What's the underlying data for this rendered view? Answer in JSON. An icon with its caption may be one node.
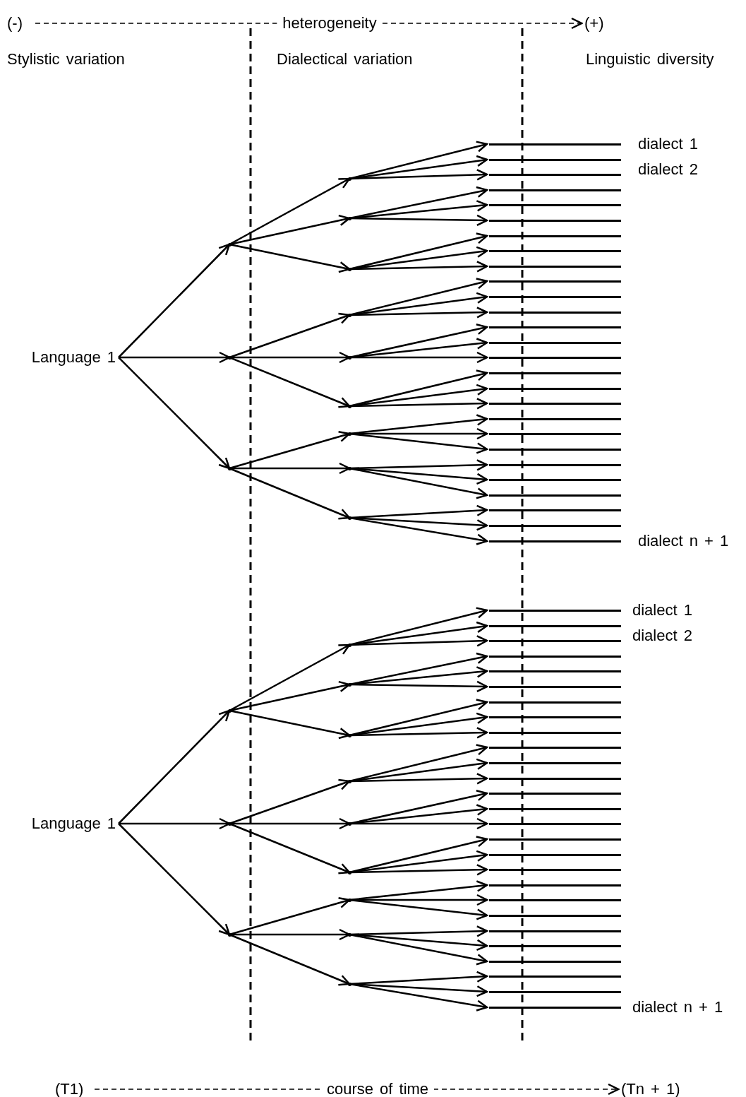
{
  "diagram": {
    "nodes": [
      {
        "text": [
          "(-)"
        ]
      },
      {
        "text": [
          "(+)"
        ]
      },
      {
        "text": [
          "Language 1"
        ]
      },
      {
        "text": [],
        "shape": "point"
      },
      {
        "text": [],
        "shape": "point"
      },
      {
        "text": [],
        "shape": "point"
      },
      {
        "text": [],
        "shape": "point"
      },
      {
        "text": [],
        "shape": "point"
      },
      {
        "text": [],
        "shape": "point"
      },
      {
        "text": [],
        "shape": "point"
      },
      {
        "text": [],
        "shape": "point"
      },
      {
        "text": [],
        "shape": "point"
      },
      {
        "text": [],
        "shape": "point"
      },
      {
        "text": [],
        "shape": "point"
      },
      {
        "text": [],
        "shape": "point"
      },
      {
        "text": [],
        "shape": "bar",
        "beside": [
          "dialect 1"
        ]
      },
      {
        "text": [],
        "shape": "bar",
        "beside": [
          "dialect 2"
        ]
      },
      {
        "text": [],
        "shape": "bar"
      },
      {
        "text": [],
        "shape": "bar"
      },
      {
        "text": [],
        "shape": "bar"
      },
      {
        "text": [],
        "shape": "bar"
      },
      {
        "text": [],
        "shape": "bar"
      },
      {
        "text": [],
        "shape": "bar"
      },
      {
        "text": [],
        "shape": "bar"
      },
      {
        "text": [],
        "shape": "bar"
      },
      {
        "text": [],
        "shape": "bar"
      },
      {
        "text": [],
        "shape": "bar"
      },
      {
        "text": [],
        "shape": "bar"
      },
      {
        "text": [],
        "shape": "bar"
      },
      {
        "text": [],
        "shape": "bar"
      },
      {
        "text": [],
        "shape": "bar"
      },
      {
        "text": [],
        "shape": "bar"
      },
      {
        "text": [],
        "shape": "bar"
      },
      {
        "text": [],
        "shape": "bar"
      },
      {
        "text": [],
        "shape": "bar"
      },
      {
        "text": [],
        "shape": "bar"
      },
      {
        "text": [],
        "shape": "bar"
      },
      {
        "text": [],
        "shape": "bar"
      },
      {
        "text": [],
        "shape": "bar"
      },
      {
        "text": [],
        "shape": "bar"
      },
      {
        "text": [],
        "shape": "bar"
      },
      {
        "text": [],
        "shape": "bar",
        "beside": [
          "dialect n + 1"
        ]
      },
      {
        "text": [
          "Language 1"
        ]
      },
      {
        "text": [],
        "shape": "point"
      },
      {
        "text": [],
        "shape": "point"
      },
      {
        "text": [],
        "shape": "point"
      },
      {
        "text": [],
        "shape": "point"
      },
      {
        "text": [],
        "shape": "point"
      },
      {
        "text": [],
        "shape": "point"
      },
      {
        "text": [],
        "shape": "point"
      },
      {
        "text": [],
        "shape": "point"
      },
      {
        "text": [],
        "shape": "point"
      },
      {
        "text": [],
        "shape": "point"
      },
      {
        "text": [],
        "shape": "point"
      },
      {
        "text": [],
        "shape": "point"
      },
      {
        "text": [],
        "shape": "bar",
        "beside": [
          "dialect 1"
        ]
      },
      {
        "text": [],
        "shape": "bar",
        "beside": [
          "dialect 2"
        ]
      },
      {
        "text": [],
        "shape": "bar"
      },
      {
        "text": [],
        "shape": "bar"
      },
      {
        "text": [],
        "shape": "bar"
      },
      {
        "text": [],
        "shape": "bar"
      },
      {
        "text": [],
        "shape": "bar"
      },
      {
        "text": [],
        "shape": "bar"
      },
      {
        "text": [],
        "shape": "bar"
      },
      {
        "text": [],
        "shape": "bar"
      },
      {
        "text": [],
        "shape": "bar"
      },
      {
        "text": [],
        "shape": "bar"
      },
      {
        "text": [],
        "shape": "bar"
      },
      {
        "text": [],
        "shape": "bar"
      },
      {
        "text": [],
        "shape": "bar"
      },
      {
        "text": [],
        "shape": "bar"
      },
      {
        "text": [],
        "shape": "bar"
      },
      {
        "text": [],
        "shape": "bar"
      },
      {
        "text": [],
        "shape": "bar"
      },
      {
        "text": [],
        "shape": "bar"
      },
      {
        "text": [],
        "shape": "bar"
      },
      {
        "text": [],
        "shape": "bar"
      },
      {
        "text": [],
        "shape": "bar"
      },
      {
        "text": [],
        "shape": "bar"
      },
      {
        "text": [],
        "shape": "bar"
      },
      {
        "text": [],
        "shape": "bar"
      },
      {
        "text": [],
        "shape": "bar",
        "beside": [
          "dialect n + 1"
        ]
      },
      {
        "text": [
          "(T1)"
        ]
      },
      {
        "text": [
          "(Tn + 1)"
        ]
      }
    ],
    "edges": [
      {
        "from": 0,
        "to": 1,
        "arrow": "to",
        "label": "heterogeneity",
        "style": "dashed"
      },
      {
        "from": 2,
        "to": 3,
        "arrow": "to"
      },
      {
        "from": 2,
        "to": 4,
        "arrow": "to"
      },
      {
        "from": 2,
        "to": 5,
        "arrow": "to"
      },
      {
        "from": 3,
        "to": 6,
        "arrow": "to"
      },
      {
        "from": 3,
        "to": 7,
        "arrow": "to"
      },
      {
        "from": 3,
        "to": 8,
        "arrow": "to"
      },
      {
        "from": 4,
        "to": 9,
        "arrow": "to"
      },
      {
        "from": 4,
        "to": 10,
        "arrow": "to"
      },
      {
        "from": 4,
        "to": 11,
        "arrow": "to"
      },
      {
        "from": 5,
        "to": 12,
        "arrow": "to"
      },
      {
        "from": 5,
        "to": 13,
        "arrow": "to"
      },
      {
        "from": 5,
        "to": 14,
        "arrow": "to"
      },
      {
        "from": 6,
        "to": 15,
        "arrow": "to"
      },
      {
        "from": 6,
        "to": 16,
        "arrow": "to"
      },
      {
        "from": 6,
        "to": 17,
        "arrow": "to"
      },
      {
        "from": 7,
        "to": 18,
        "arrow": "to"
      },
      {
        "from": 7,
        "to": 19,
        "arrow": "to"
      },
      {
        "from": 7,
        "to": 20,
        "arrow": "to"
      },
      {
        "from": 8,
        "to": 21,
        "arrow": "to"
      },
      {
        "from": 8,
        "to": 22,
        "arrow": "to"
      },
      {
        "from": 8,
        "to": 23,
        "arrow": "to"
      },
      {
        "from": 9,
        "to": 24,
        "arrow": "to"
      },
      {
        "from": 9,
        "to": 25,
        "arrow": "to"
      },
      {
        "from": 9,
        "to": 26,
        "arrow": "to"
      },
      {
        "from": 10,
        "to": 27,
        "arrow": "to"
      },
      {
        "from": 10,
        "to": 28,
        "arrow": "to"
      },
      {
        "from": 10,
        "to": 29,
        "arrow": "to"
      },
      {
        "from": 11,
        "to": 30,
        "arrow": "to"
      },
      {
        "from": 11,
        "to": 31,
        "arrow": "to"
      },
      {
        "from": 11,
        "to": 32,
        "arrow": "to"
      },
      {
        "from": 12,
        "to": 33,
        "arrow": "to"
      },
      {
        "from": 12,
        "to": 34,
        "arrow": "to"
      },
      {
        "from": 12,
        "to": 35,
        "arrow": "to"
      },
      {
        "from": 13,
        "to": 36,
        "arrow": "to"
      },
      {
        "from": 13,
        "to": 37,
        "arrow": "to"
      },
      {
        "from": 13,
        "to": 38,
        "arrow": "to"
      },
      {
        "from": 14,
        "to": 39,
        "arrow": "to"
      },
      {
        "from": 14,
        "to": 40,
        "arrow": "to"
      },
      {
        "from": 14,
        "to": 41,
        "arrow": "to"
      },
      {
        "from": 42,
        "to": 43,
        "arrow": "to"
      },
      {
        "from": 42,
        "to": 44,
        "arrow": "to"
      },
      {
        "from": 42,
        "to": 45,
        "arrow": "to"
      },
      {
        "from": 43,
        "to": 46,
        "arrow": "to"
      },
      {
        "from": 43,
        "to": 47,
        "arrow": "to"
      },
      {
        "from": 43,
        "to": 48,
        "arrow": "to"
      },
      {
        "from": 44,
        "to": 49,
        "arrow": "to"
      },
      {
        "from": 44,
        "to": 50,
        "arrow": "to"
      },
      {
        "from": 44,
        "to": 51,
        "arrow": "to"
      },
      {
        "from": 45,
        "to": 52,
        "arrow": "to"
      },
      {
        "from": 45,
        "to": 53,
        "arrow": "to"
      },
      {
        "from": 45,
        "to": 54,
        "arrow": "to"
      },
      {
        "from": 46,
        "to": 55,
        "arrow": "to"
      },
      {
        "from": 46,
        "to": 56,
        "arrow": "to"
      },
      {
        "from": 46,
        "to": 57,
        "arrow": "to"
      },
      {
        "from": 47,
        "to": 58,
        "arrow": "to"
      },
      {
        "from": 47,
        "to": 59,
        "arrow": "to"
      },
      {
        "from": 47,
        "to": 60,
        "arrow": "to"
      },
      {
        "from": 48,
        "to": 61,
        "arrow": "to"
      },
      {
        "from": 48,
        "to": 62,
        "arrow": "to"
      },
      {
        "from": 48,
        "to": 63,
        "arrow": "to"
      },
      {
        "from": 49,
        "to": 64,
        "arrow": "to"
      },
      {
        "from": 49,
        "to": 65,
        "arrow": "to"
      },
      {
        "from": 49,
        "to": 66,
        "arrow": "to"
      },
      {
        "from": 50,
        "to": 67,
        "arrow": "to"
      },
      {
        "from": 50,
        "to": 68,
        "arrow": "to"
      },
      {
        "from": 50,
        "to": 69,
        "arrow": "to"
      },
      {
        "from": 51,
        "to": 70,
        "arrow": "to"
      },
      {
        "from": 51,
        "to": 71,
        "arrow": "to"
      },
      {
        "from": 51,
        "to": 72,
        "arrow": "to"
      },
      {
        "from": 52,
        "to": 73,
        "arrow": "to"
      },
      {
        "from": 52,
        "to": 74,
        "arrow": "to"
      },
      {
        "from": 52,
        "to": 75,
        "arrow": "to"
      },
      {
        "from": 53,
        "to": 76,
        "arrow": "to"
      },
      {
        "from": 53,
        "to": 77,
        "arrow": "to"
      },
      {
        "from": 53,
        "to": 78,
        "arrow": "to"
      },
      {
        "from": 54,
        "to": 79,
        "arrow": "to"
      },
      {
        "from": 54,
        "to": 80,
        "arrow": "to"
      },
      {
        "from": 54,
        "to": 81,
        "arrow": "to"
      },
      {
        "from": 82,
        "to": 83,
        "arrow": "to",
        "label": "course of time",
        "style": "dashed"
      }
    ],
    "labels": [
      "Stylistic variation",
      "Dialectical variation",
      "Linguistic diversity"
    ]
  }
}
